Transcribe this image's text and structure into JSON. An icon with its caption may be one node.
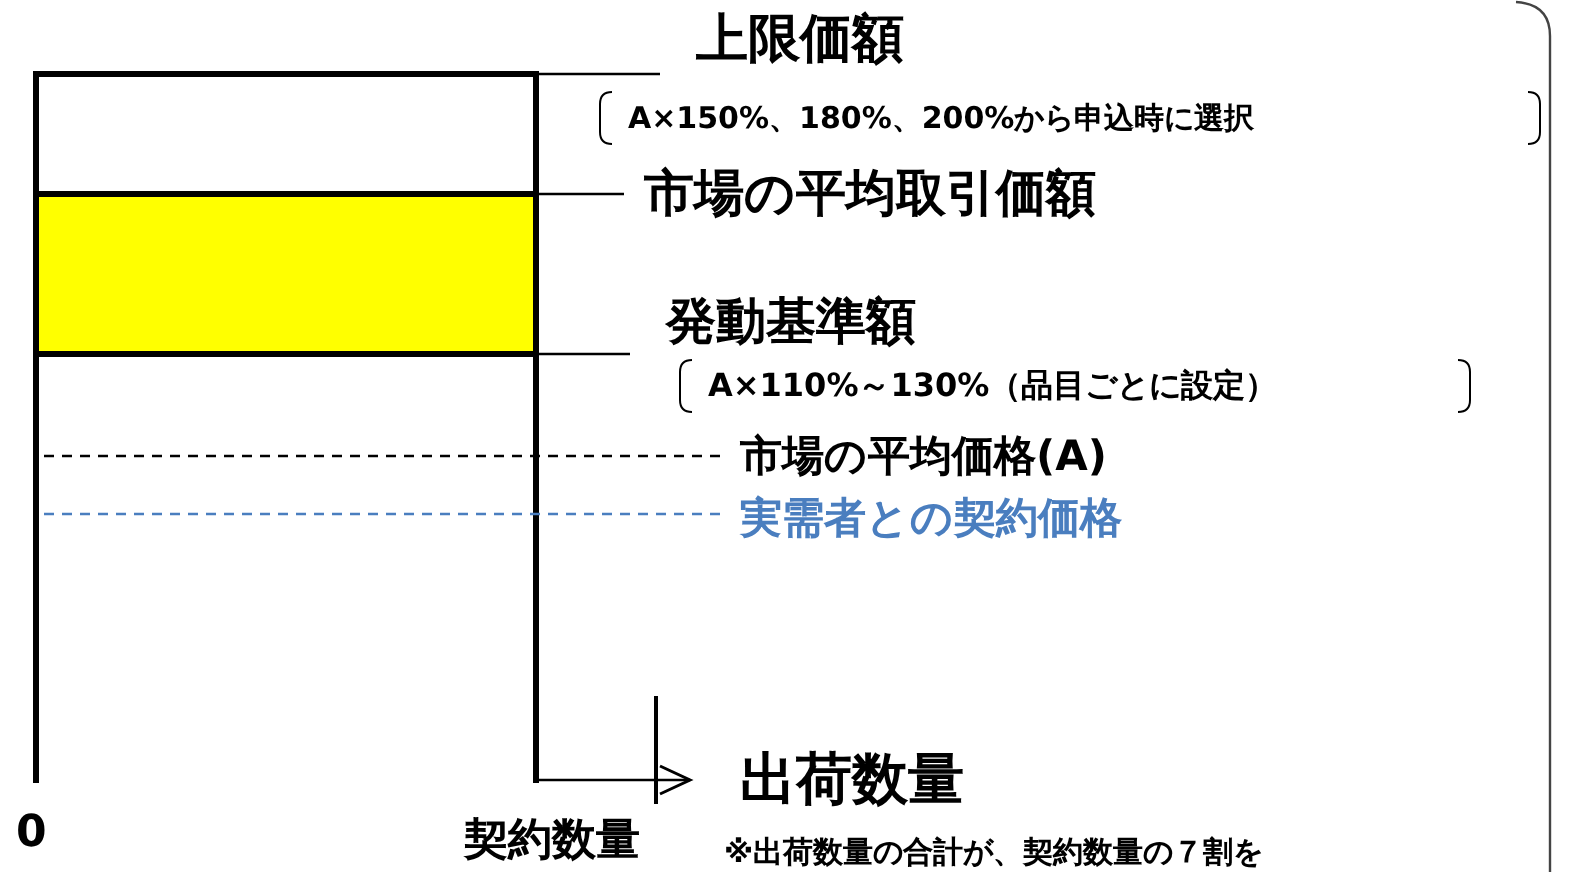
{
  "diagram": {
    "nodes": [
      {
        "text": [
          "上限価額"
        ],
        "beside": [
          "A×150%、180%、200%から申込時に選択"
        ]
      },
      {
        "text": [
          "市場の平均取引価額"
        ]
      },
      {
        "text": [
          "発動基準額"
        ],
        "beside": [
          "A×110%～130%（品目ごとに設定）"
        ]
      },
      {
        "text": [
          "市場の平均価格(A)"
        ]
      },
      {
        "text": [
          "実需者との契約価格"
        ]
      },
      {
        "text": [
          "出荷数量"
        ]
      }
    ],
    "edges": [
      {
        "from": 0,
        "to": null,
        "arrow": "none"
      },
      {
        "from": 1,
        "to": null,
        "arrow": "none"
      },
      {
        "from": 2,
        "to": null,
        "arrow": "none"
      },
      {
        "from": 3,
        "to": null,
        "arrow": "none",
        "style": "dashed"
      },
      {
        "from": 4,
        "to": null,
        "arrow": "none",
        "style": "dashed",
        "color": "#4a7ebf"
      },
      {
        "from": null,
        "to": 5,
        "arrow": "to"
      }
    ],
    "labels": [
      "0",
      "契約数量",
      "※出荷数量の合計が、契約数量の７割を"
    ]
  }
}
